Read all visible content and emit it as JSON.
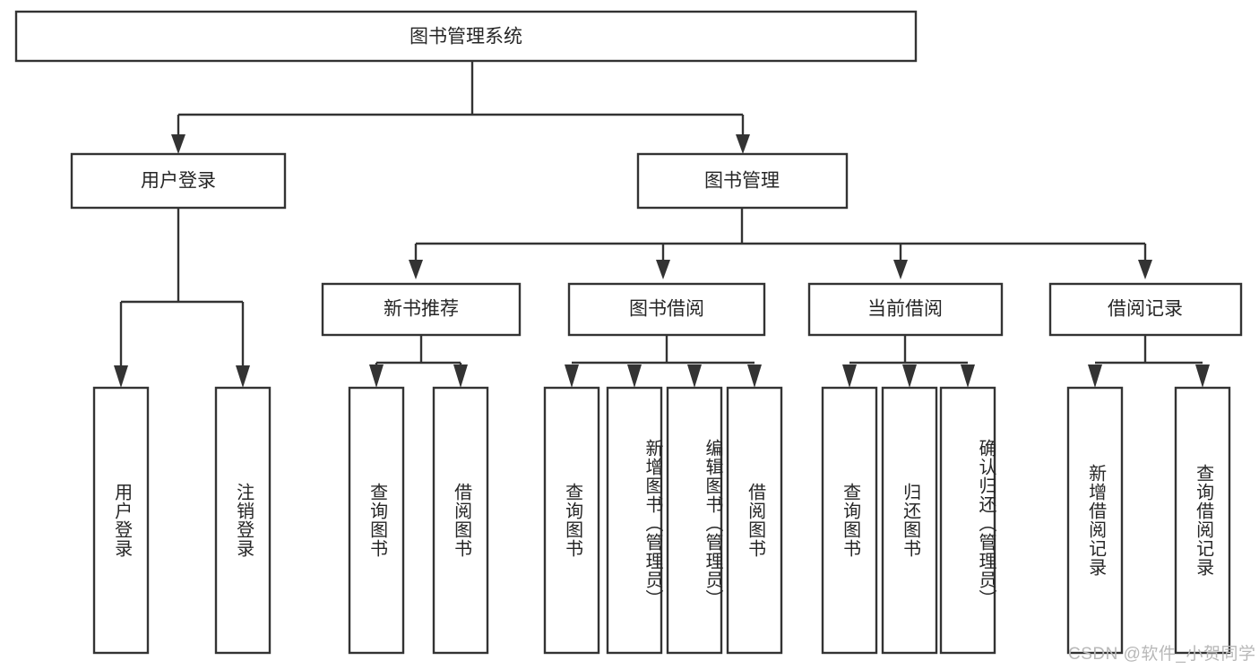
{
  "diagram": {
    "title": "图书管理系统",
    "type": "tree",
    "orientation": "top-down",
    "colors": {
      "box_stroke": "#333333",
      "box_fill": "#ffffff",
      "text": "#262626",
      "background": "#ffffff",
      "watermark": "#b8b8b8"
    },
    "root": {
      "label": "图书管理系统"
    },
    "level2": [
      {
        "label": "用户登录"
      },
      {
        "label": "图书管理"
      }
    ],
    "level3": [
      {
        "label": "新书推荐"
      },
      {
        "label": "图书借阅"
      },
      {
        "label": "当前借阅"
      },
      {
        "label": "借阅记录"
      }
    ],
    "leaves": {
      "user_login": [
        {
          "label": "用户登录"
        },
        {
          "label": "注销登录"
        }
      ],
      "new_book_recommend": [
        {
          "label": "查询图书"
        },
        {
          "label": "借阅图书"
        }
      ],
      "book_borrow": [
        {
          "label": "查询图书"
        },
        {
          "label": "新增图书（管理员）"
        },
        {
          "label": "编辑图书（管理员）"
        },
        {
          "label": "借阅图书"
        }
      ],
      "current_borrow": [
        {
          "label": "查询图书"
        },
        {
          "label": "归还图书"
        },
        {
          "label": "确认归还（管理员）"
        }
      ],
      "borrow_record": [
        {
          "label": "新增借阅记录"
        },
        {
          "label": "查询借阅记录"
        }
      ]
    }
  },
  "watermark": {
    "text": "CSDN @软件_小贺同学"
  }
}
